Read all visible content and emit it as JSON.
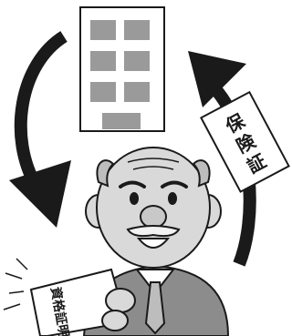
{
  "illustration": {
    "insurance_card_text": [
      "保",
      "険",
      "証"
    ],
    "certificate_text": "資格証明書"
  },
  "colors": {
    "ink": "#1a1a1a",
    "building": "#ffffff",
    "window": "#9a9a9a",
    "skin": "#d9d9d9",
    "suit": "#8c8c8c",
    "hair": "#bdbdbd"
  }
}
